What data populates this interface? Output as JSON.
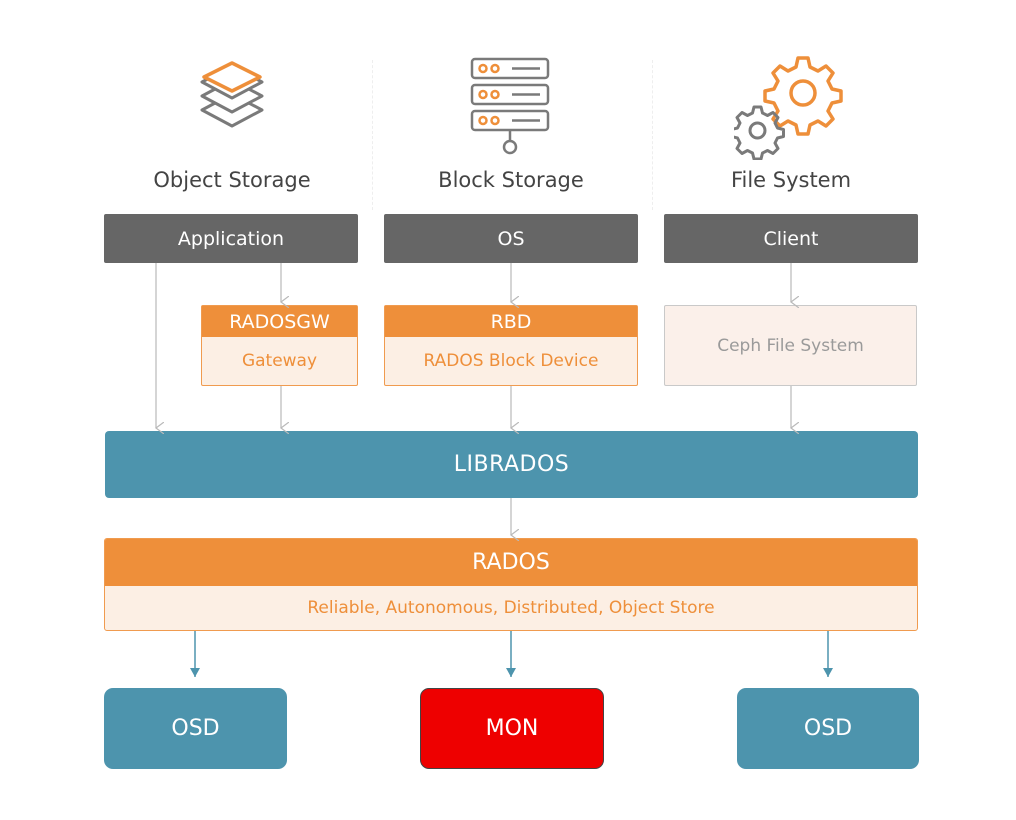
{
  "columns": [
    {
      "title": "Object Storage",
      "icon": "layers-icon",
      "top_box": "Application",
      "mid_head": "RADOSGW",
      "mid_sub": "Gateway"
    },
    {
      "title": "Block Storage",
      "icon": "server-rack-icon",
      "top_box": "OS",
      "mid_head": "RBD",
      "mid_sub": "RADOS Block Device"
    },
    {
      "title": "File System",
      "icon": "gears-icon",
      "top_box": "Client",
      "mid_label": "Ceph File System"
    }
  ],
  "librados": {
    "label": "LIBRADOS"
  },
  "rados": {
    "head": "RADOS",
    "sub": "Reliable, Autonomous, Distributed, Object Store"
  },
  "nodes": [
    {
      "label": "OSD"
    },
    {
      "label": "MON"
    },
    {
      "label": "OSD"
    }
  ],
  "colors": {
    "orange": "#ee8f3a",
    "orange_light": "#fcefe4",
    "gray": "#666666",
    "teal": "#4d94ad",
    "red": "#ee0000"
  }
}
